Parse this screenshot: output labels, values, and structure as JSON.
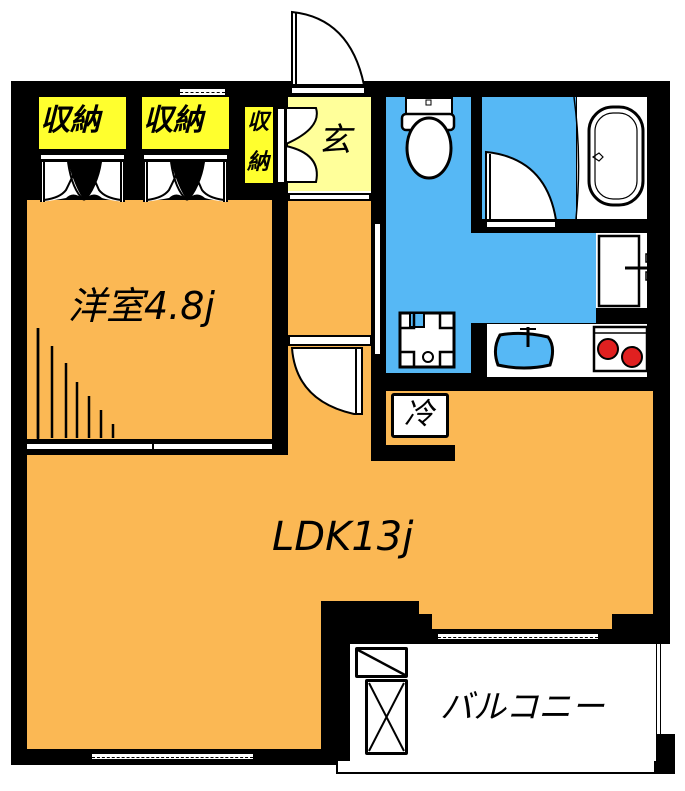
{
  "floorplan": {
    "rooms": {
      "western_room": {
        "label": "洋室4.8j",
        "name": "洋室",
        "size": "4.8j"
      },
      "ldk": {
        "label": "LDK13j",
        "name": "LDK",
        "size": "13j"
      },
      "balcony": {
        "label": "バルコニー"
      },
      "entrance": {
        "label": "玄"
      },
      "storage_1": {
        "label": "収納"
      },
      "storage_2": {
        "label": "収納"
      },
      "storage_3": {
        "label_top": "収",
        "label_bottom": "納"
      },
      "refrigerator": {
        "label": "冷"
      }
    },
    "colors": {
      "floor": "#fbb854",
      "wet_area": "#56b8f5",
      "storage": "#ffff2e",
      "entrance": "#ffff9a",
      "wall": "#000000",
      "stove_burner": "#e02020"
    },
    "fixtures": [
      "toilet",
      "bathtub",
      "washbasin",
      "washing-machine-pan",
      "kitchen-sink",
      "two-burner-stove",
      "aircon-outdoor-unit",
      "water-heater"
    ]
  }
}
